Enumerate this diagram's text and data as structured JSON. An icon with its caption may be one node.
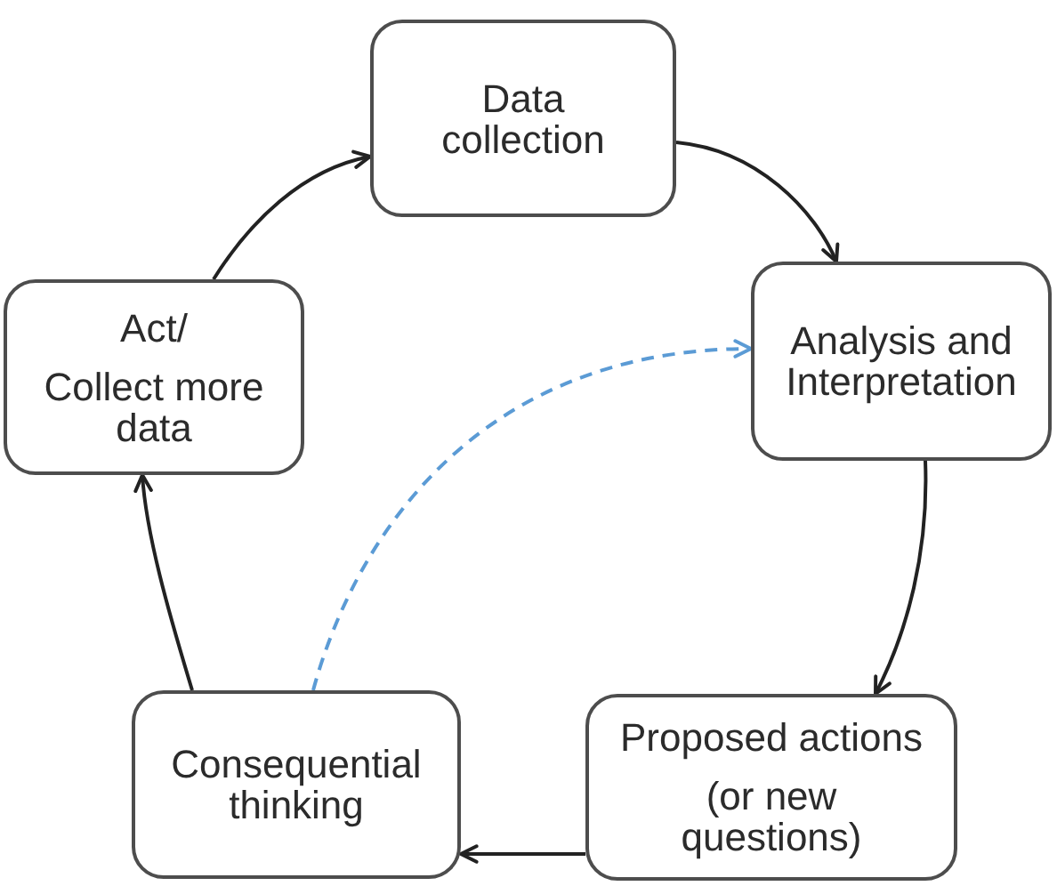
{
  "diagram": {
    "nodes": [
      {
        "text": [
          "Data collection"
        ]
      },
      {
        "text": [
          "Analysis and Interpretation"
        ]
      },
      {
        "text": [
          "Proposed actions",
          "(or new questions)"
        ]
      },
      {
        "text": [
          "Consequential thinking"
        ]
      },
      {
        "text": [
          "Act/",
          "Collect more data"
        ]
      }
    ],
    "edges": [
      {
        "from": 0,
        "to": 1,
        "arrow": "to"
      },
      {
        "from": 1,
        "to": 2,
        "arrow": "to"
      },
      {
        "from": 2,
        "to": 3,
        "arrow": "to"
      },
      {
        "from": 3,
        "to": 4,
        "arrow": "to"
      },
      {
        "from": 4,
        "to": 0,
        "arrow": "to"
      },
      {
        "from": 3,
        "to": 1,
        "arrow": "to",
        "style": "dashed",
        "color": "#5b9bd5"
      }
    ]
  }
}
